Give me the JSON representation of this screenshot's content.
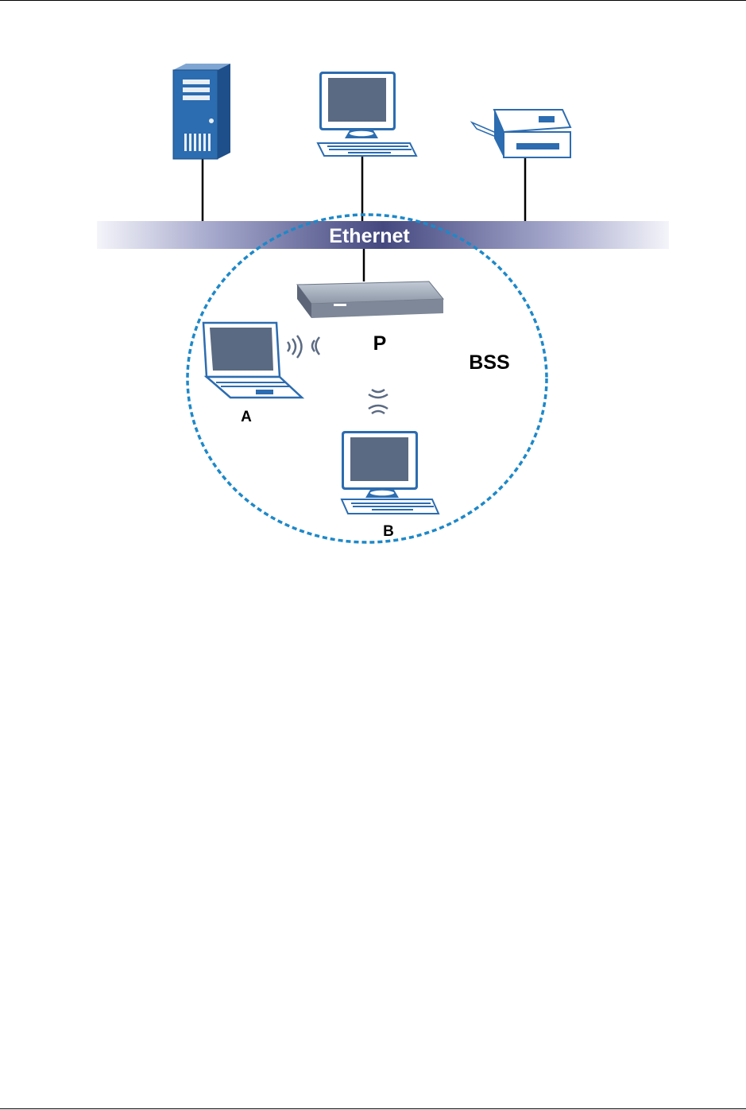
{
  "diagram": {
    "ethernet_label": "Ethernet",
    "access_point_label": "P",
    "bss_label": "BSS",
    "station_a_label": "A",
    "station_b_label": "B"
  },
  "colors": {
    "device_blue": "#2c6cb0",
    "screen_fill": "#5a6a82",
    "bss_circle": "#1e88c8",
    "ethernet_bar": "#4a4e86"
  }
}
